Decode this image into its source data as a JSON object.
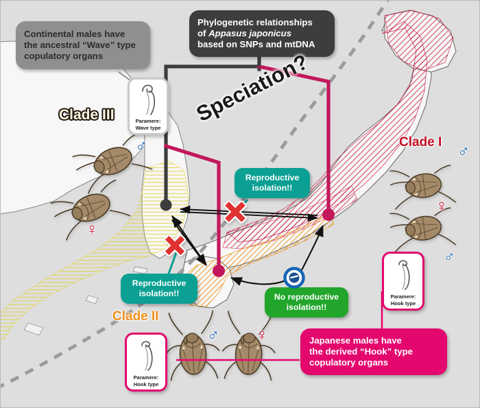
{
  "figure": {
    "title_callouts": {
      "continental": {
        "line1": "Continental males have",
        "line2": "the ancestral “Wave” type",
        "line3": "copulatory organs",
        "color": "#8f8f8f"
      },
      "phylogeny": {
        "line1": "Phylogenetic relationships",
        "line2_pre": "of ",
        "line2_italic": "Appasus japonicus",
        "line3": "based on SNPs and mtDNA",
        "color": "#3d3d3d"
      },
      "japanese": {
        "line1": "Japanese males have",
        "line2": "the derived “Hook” type",
        "line3": "copulatory organs",
        "color": "#e4076e"
      }
    },
    "speciation_label": "Speciation?",
    "status_bubbles": [
      {
        "id": "repro-iso-central",
        "line1": "Reproductive",
        "line2": "isolation!!",
        "color": "#0ba093"
      },
      {
        "id": "repro-iso-left",
        "line1": "Reproductive",
        "line2": "isolation!!",
        "color": "#0ba093"
      },
      {
        "id": "no-repro-iso",
        "line1": "No reproductive",
        "line2": "isolation!!",
        "color": "#21a62b"
      }
    ],
    "clades": [
      {
        "id": "clade-1",
        "label": "Clade I",
        "color": "#c30d23",
        "hatch": "red diagonal"
      },
      {
        "id": "clade-2",
        "label": "Clade II",
        "color": "#f0901c",
        "hatch": "orange diagonal"
      },
      {
        "id": "clade-3",
        "label": "Clade III",
        "color": "#fbf6dc",
        "hatch": "yellow horizontal"
      }
    ],
    "paramere_cards": [
      {
        "id": "paramere-wave",
        "line1": "Paramere:",
        "line2": "Wave type",
        "border": "#c9c9c9"
      },
      {
        "id": "paramere-hook-right",
        "line1": "Paramere:",
        "line2": "Hook type",
        "border": "#e4076e"
      },
      {
        "id": "paramere-hook-left",
        "line1": "Paramere:",
        "line2": "Hook type",
        "border": "#e4076e"
      }
    ],
    "sex_symbols": [
      {
        "id": "male-clade3",
        "glyph": "♂",
        "color": "#1565b5"
      },
      {
        "id": "female-clade3",
        "glyph": "♀",
        "color": "#cf0a2c"
      },
      {
        "id": "male-clade1",
        "glyph": "♂",
        "color": "#1565b5"
      },
      {
        "id": "female-clade1",
        "glyph": "♀",
        "color": "#cf0a2c"
      },
      {
        "id": "male-clade2",
        "glyph": "♂",
        "color": "#1565b5"
      },
      {
        "id": "female-clade2",
        "glyph": "♀",
        "color": "#cf0a2c"
      }
    ],
    "crossing_marks": [
      {
        "id": "cross-incompatible-central",
        "symbol": "✖",
        "color": "#e03030"
      },
      {
        "id": "cross-incompatible-left",
        "symbol": "✖",
        "color": "#e03030"
      },
      {
        "id": "cross-compatible",
        "symbol": "⊖",
        "color": "#1565b5"
      }
    ],
    "tree": {
      "root_color": "#3d3d3d",
      "derived_color": "#c2185b",
      "nodes": [
        {
          "id": "node-clade3",
          "color": "#3d3d3d"
        },
        {
          "id": "node-clade2",
          "color": "#c2185b"
        },
        {
          "id": "node-clade1",
          "color": "#c2185b"
        }
      ]
    }
  }
}
